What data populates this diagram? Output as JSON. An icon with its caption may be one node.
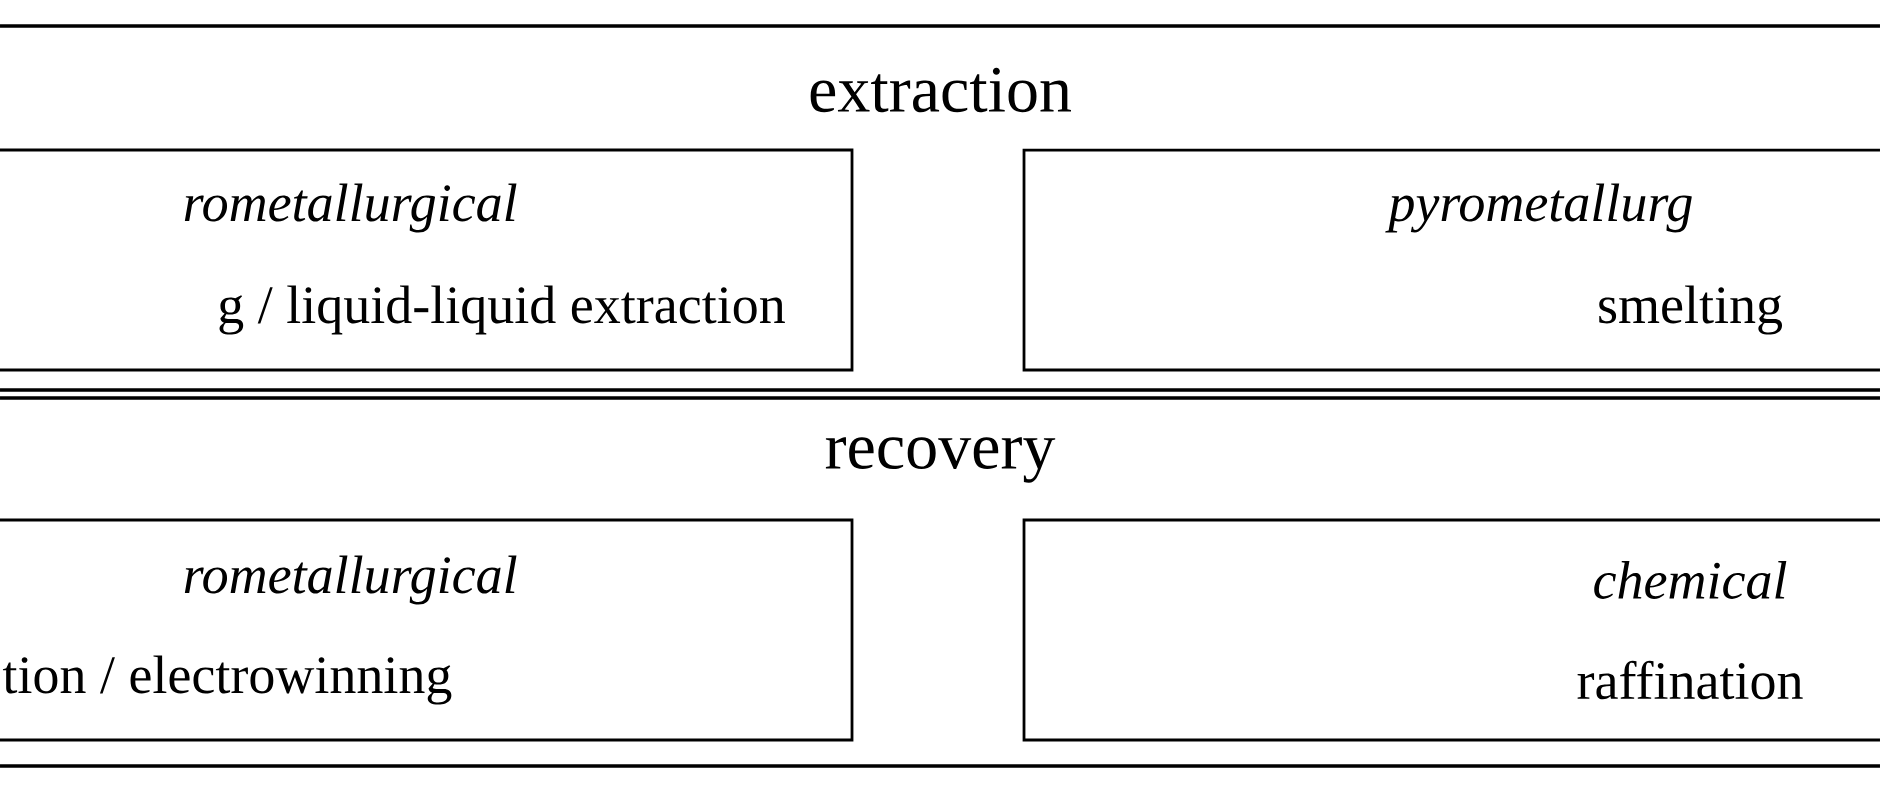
{
  "diagram": {
    "nodes": [
      {
        "text": [
          "extraction"
        ]
      },
      {
        "text": [
          "rometallurgical",
          "g / liquid-liquid extraction"
        ],
        "in": 0
      },
      {
        "text": [
          "pyrometallurg",
          "smelting"
        ],
        "in": 0
      },
      {
        "text": [
          "recovery"
        ]
      },
      {
        "text": [
          "rometallurgical",
          "tion / electrowinning"
        ],
        "in": 3
      },
      {
        "text": [
          "chemical",
          "raffination"
        ],
        "in": 3
      }
    ]
  }
}
